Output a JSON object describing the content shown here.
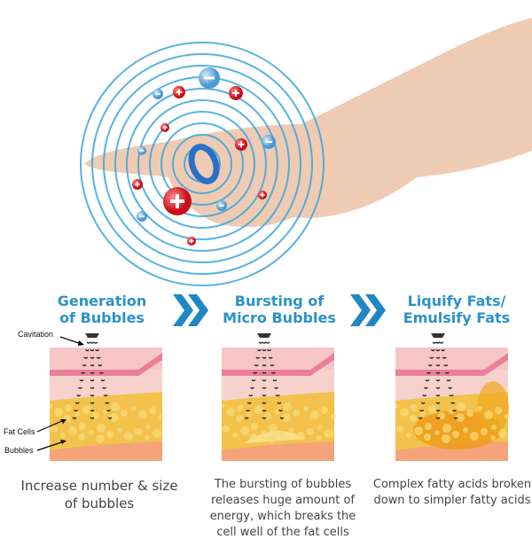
{
  "hero": {
    "icon": "ring-on-hand-with-ion-waves",
    "colors": {
      "wave": "#3aa6dc",
      "positive_ion": "#e0242c",
      "negative_ion": "#5aa8e0",
      "skin": "#f0cdb5"
    }
  },
  "steps": [
    {
      "title_line1": "Generation",
      "title_line2": "of Bubbles",
      "desc": "Increase number & size of bubbles"
    },
    {
      "title_line1": "Bursting of",
      "title_line2": "Micro Bubbles",
      "desc": "The bursting of bubbles releases huge amount of energy, which breaks the cell well of the fat cells"
    },
    {
      "title_line1": "Liquify Fats/",
      "title_line2": "Emulsify Fats",
      "desc": "Complex fatty acids broken down to simpler fatty acids"
    }
  ],
  "labels": {
    "cavitation": "Cavitation",
    "fat_cells": "Fat Cells",
    "bubbles": "Bubbles"
  },
  "accent": "#2b92c8"
}
